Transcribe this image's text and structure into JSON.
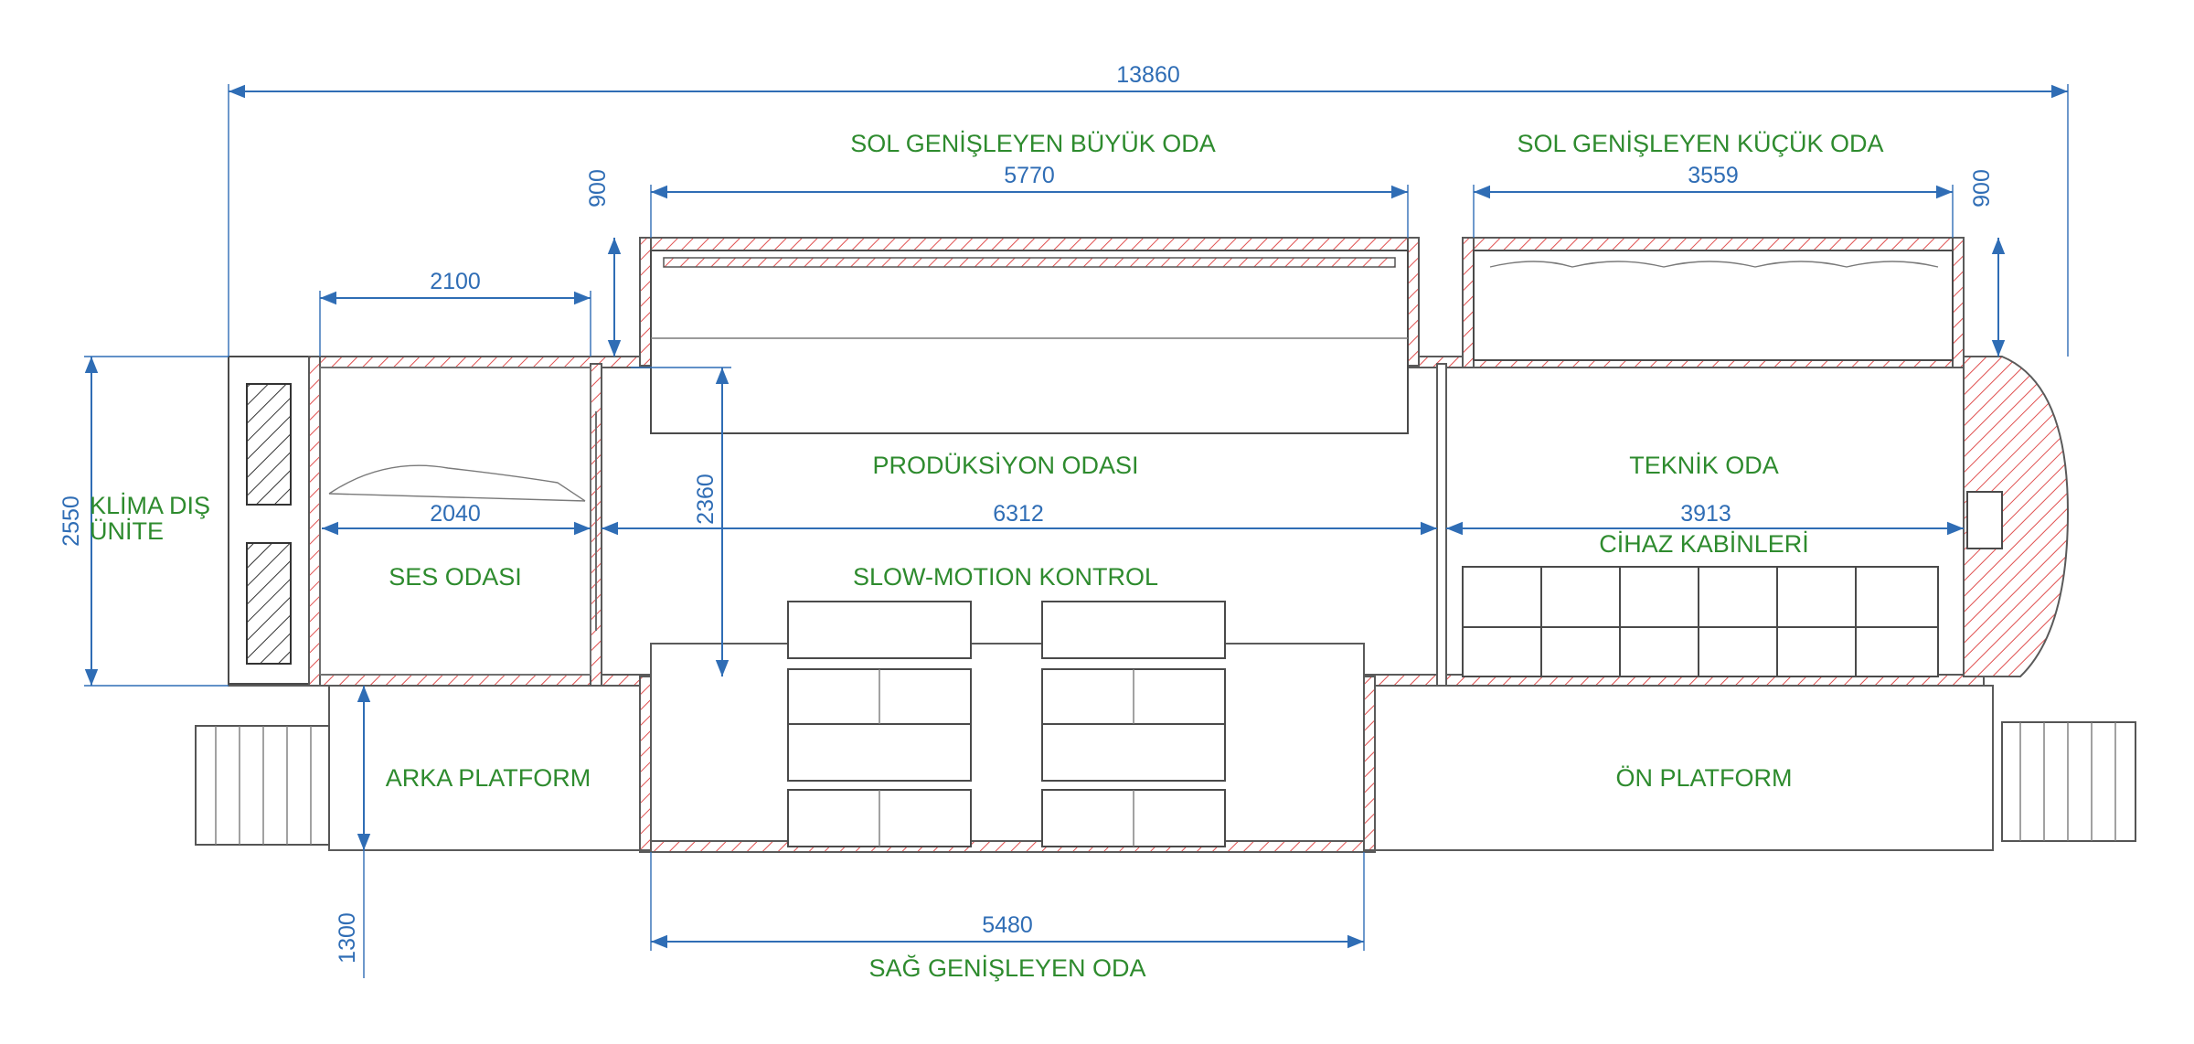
{
  "colors": {
    "dimension": "#2f6db5",
    "room_label": "#2e8b2e",
    "wall_hatch": "#e05050",
    "line": "#5a5a5a"
  },
  "labels": {
    "sol_buyuk": "SOL GENİŞLEYEN BÜYÜK ODA",
    "sol_kucuk": "SOL GENİŞLEYEN KÜÇÜK ODA",
    "produksiyon": "PRODÜKSİYON ODASI",
    "teknik": "TEKNİK ODA",
    "klima_line1": "KLİMA DIŞ",
    "klima_line2": "ÜNİTE",
    "ses": "SES ODASI",
    "slowmo": "SLOW-MOTION KONTROL",
    "cihaz": "CİHAZ KABİNLERİ",
    "arka": "ARKA PLATFORM",
    "on": "ÖN PLATFORM",
    "sag": "SAĞ GENİŞLEYEN ODA"
  },
  "dimensions": {
    "total_length": "13860",
    "sol_buyuk_width": "5770",
    "sol_kucuk_width": "3559",
    "left_expand_depth": "900",
    "right_expand_depth": "900",
    "ses_outer": "2100",
    "ses_inner": "2040",
    "height_total": "2550",
    "prod_depth": "2360",
    "prod_width": "6312",
    "teknik_width": "3913",
    "sag_width": "5480",
    "platform_depth": "1300"
  }
}
